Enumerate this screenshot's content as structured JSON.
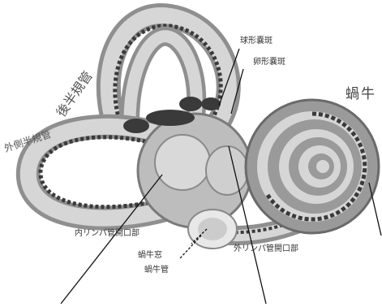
{
  "colors": {
    "canal_outer": "#8f8f8f",
    "canal_inner": "#d6d6d6",
    "duct": "#3a3a3a",
    "vestibule": "#bdbdbd",
    "leader": "#111111",
    "background": "#ffffff"
  },
  "labels": {
    "posterior_canal": "後半規管",
    "lateral_canal": "外側半規管",
    "cochlea": "蝸牛",
    "sacculus_top": "球形嚢斑",
    "utriculus": "卵形嚢斑",
    "ampulla_inner": "内リンパ管開口部",
    "cochlear_window": "蝸牛窓",
    "round_window": "蝸牛管",
    "ampulla_outer": "外リンパ管開口部"
  }
}
